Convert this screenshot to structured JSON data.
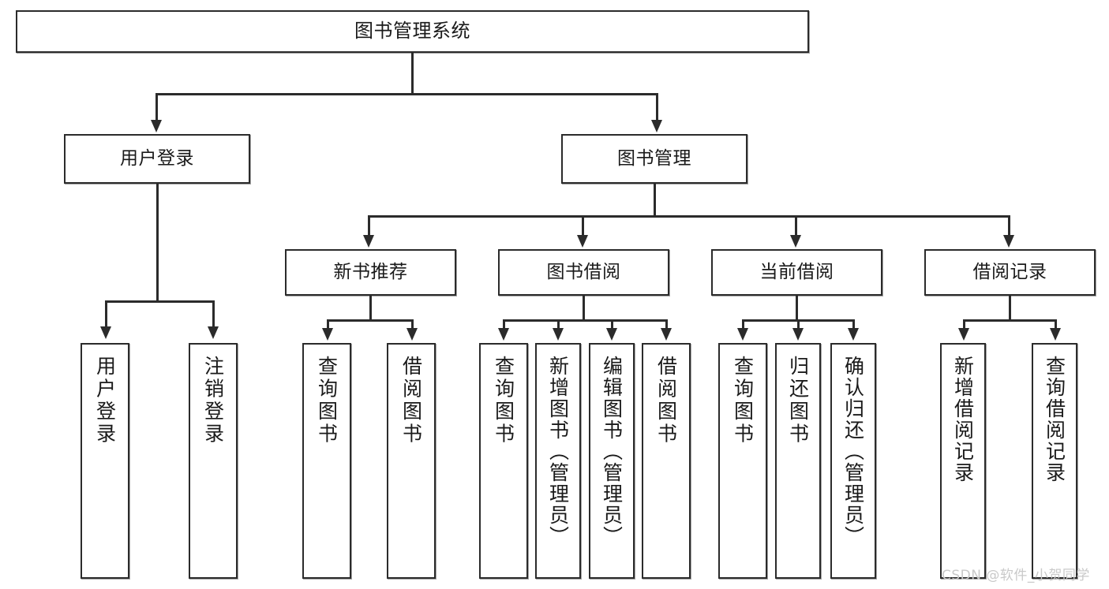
{
  "diagram": {
    "title": "图书管理系统",
    "type": "tree-hierarchy",
    "watermark": "CSDN @软件_小贺同学",
    "colors": {
      "stroke": "#2b2b2b",
      "fill": "#ffffff",
      "text": "#1a1a1a",
      "watermark": "#c9c9c9"
    }
  },
  "nodes": {
    "root": {
      "label": "图书管理系统"
    },
    "level2": [
      {
        "label": "用户登录"
      },
      {
        "label": "图书管理"
      }
    ],
    "level3": [
      {
        "label": "新书推荐"
      },
      {
        "label": "图书借阅"
      },
      {
        "label": "当前借阅"
      },
      {
        "label": "借阅记录"
      }
    ],
    "leaves": {
      "user_login": [
        {
          "label": "用户登录"
        },
        {
          "label": "注销登录"
        }
      ],
      "new_book_recommend": [
        {
          "label": "查询图书"
        },
        {
          "label": "借阅图书"
        }
      ],
      "book_borrow": [
        {
          "label": "查询图书"
        },
        {
          "label": "新增图书（管理员）"
        },
        {
          "label": "编辑图书（管理员）"
        },
        {
          "label": "借阅图书"
        }
      ],
      "current_borrow": [
        {
          "label": "查询图书"
        },
        {
          "label": "归还图书"
        },
        {
          "label": "确认归还（管理员）"
        }
      ],
      "borrow_record": [
        {
          "label": "新增借阅记录"
        },
        {
          "label": "查询借阅记录"
        }
      ]
    }
  }
}
